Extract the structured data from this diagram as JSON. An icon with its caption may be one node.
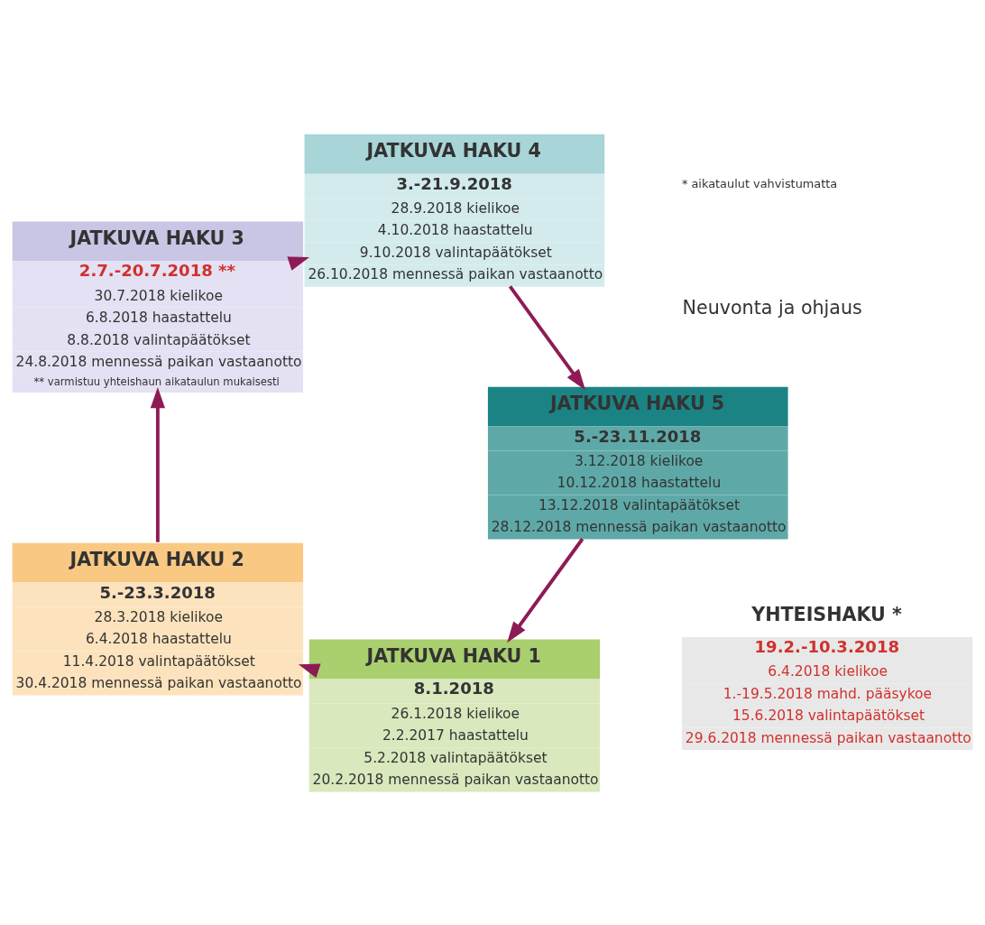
{
  "diagram": {
    "nodes": [
      {
        "text": [
          "JATKUVA HAKU 1",
          "8.1.2018",
          "26.1.2018 kielikoe",
          "2.2.2017 haastattelu",
          "5.2.2018 valintapäätökset",
          "20.2.2018 mennessä paikan vastaanotto"
        ]
      },
      {
        "text": [
          "JATKUVA HAKU 2",
          "5.-23.3.2018",
          "28.3.2018 kielikoe",
          "6.4.2018 haastattelu",
          "11.4.2018 valintapäätökset",
          "30.4.2018 mennessä paikan vastaanotto"
        ]
      },
      {
        "text": [
          "JATKUVA HAKU 3",
          "2.7.-20.7.2018 **",
          "30.7.2018 kielikoe",
          "6.8.2018 haastattelu",
          "8.8.2018 valintapäätökset",
          "24.8.2018 mennessä paikan vastaanotto",
          "** varmistuu yhteishaun aikataulun mukaisesti"
        ]
      },
      {
        "text": [
          "JATKUVA HAKU 4",
          "3.-21.9.2018",
          "28.9.2018 kielikoe",
          "4.10.2018 haastattelu",
          "9.10.2018 valintapäätökset",
          "26.10.2018 mennessä paikan vastaanotto"
        ]
      },
      {
        "text": [
          "JATKUVA HAKU 5",
          "5.-23.11.2018",
          "3.12.2018 kielikoe",
          "10.12.2018 haastattelu",
          "13.12.2018 valintapäätökset",
          "28.12.2018 mennessä paikan vastaanotto"
        ]
      },
      {
        "text": [
          "YHTEISHAKU *",
          "19.2.-10.3.2018",
          "6.4.2018 kielikoe",
          "1.-19.5.2018 mahd. pääsykoe",
          "15.6.2018 valintapäätökset",
          "29.6.2018 mennessä paikan vastaanotto"
        ]
      }
    ],
    "edges": [
      {
        "from": 0,
        "to": 1,
        "arrow": "to"
      },
      {
        "from": 1,
        "to": 2,
        "arrow": "to"
      },
      {
        "from": 2,
        "to": 3,
        "arrow": "to"
      },
      {
        "from": 3,
        "to": 4,
        "arrow": "to"
      },
      {
        "from": 4,
        "to": 0,
        "arrow": "to"
      }
    ],
    "labels": [
      "Neuvonta ja ohjaus",
      "* aikataulut vahvistumatta"
    ]
  }
}
